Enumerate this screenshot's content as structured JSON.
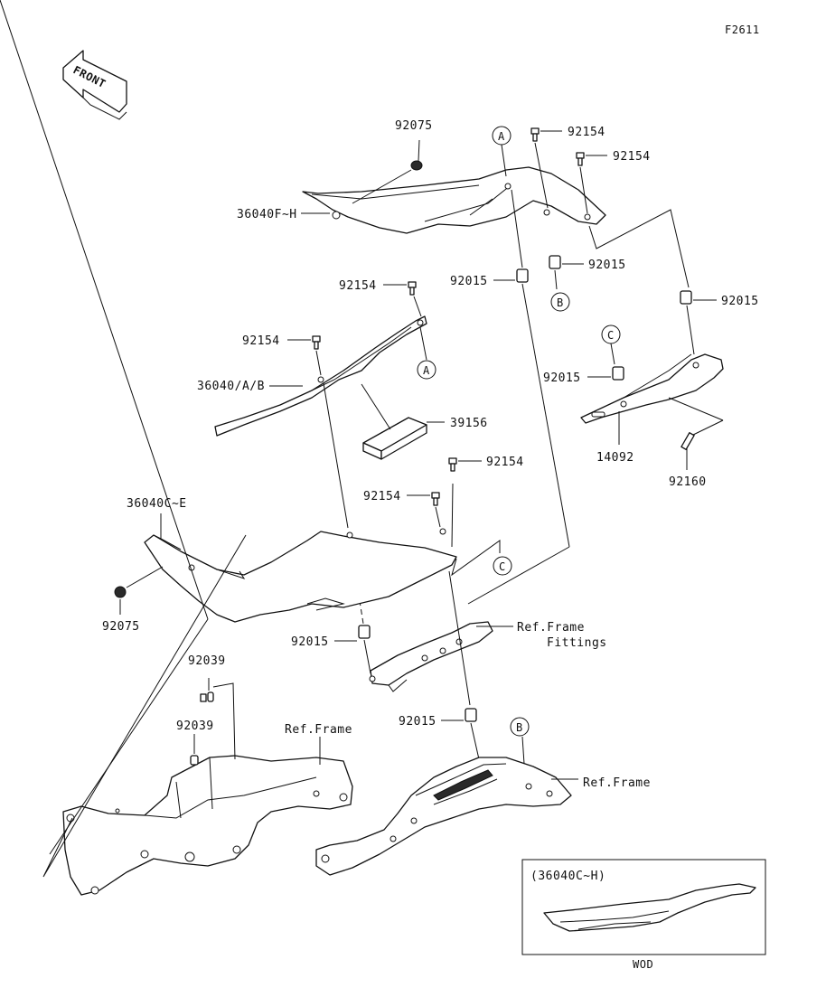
{
  "figure_code": "F2611",
  "front_arrow_label": "FRONT",
  "parts": {
    "p92075_top": "92075",
    "p36040F_H": "36040F~H",
    "p92154_a": "92154",
    "p92154_b": "92154",
    "p92015_a": "92015",
    "p92015_b": "92015",
    "p92015_c": "92015",
    "p92154_c": "92154",
    "p92154_d": "92154",
    "p36040_AB": "36040/A/B",
    "p39156": "39156",
    "p92015_d": "92015",
    "p14092": "14092",
    "p92160": "92160",
    "p92154_e": "92154",
    "p92154_f": "92154",
    "p36040C_E": "36040C~E",
    "p92075_bottom": "92075",
    "p92015_e": "92015",
    "p92039_a": "92039",
    "p92039_b": "92039",
    "p92015_f": "92015"
  },
  "references": {
    "ref_frame_fittings_1": "Ref.Frame",
    "ref_frame_fittings_2": "Fittings",
    "ref_frame_left": "Ref.Frame",
    "ref_frame_right": "Ref.Frame"
  },
  "callouts": {
    "A": "A",
    "B": "B",
    "C": "C"
  },
  "inset": {
    "title": "(36040C~H)",
    "caption": "WOD"
  }
}
